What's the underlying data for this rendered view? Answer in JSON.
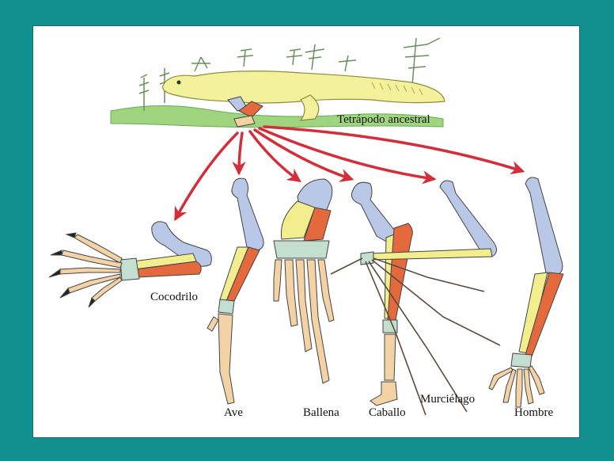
{
  "labels": {
    "ancestor": "Tetrápodo ancestral",
    "crocodile": "Cocodrilo",
    "bird": "Ave",
    "whale": "Ballena",
    "horse": "Caballo",
    "bat": "Murciélago",
    "human": "Hombre"
  },
  "colors": {
    "background": "#12908f",
    "panel": "#ffffff",
    "arrow": "#d42e3a",
    "humerus": "#b9c8e6",
    "radius": "#f2ee8e",
    "ulna": "#e46a3e",
    "carpals": "#c3dfd0",
    "digits": "#f3d2a6",
    "tetrapod_body": "#f4f19c",
    "ground": "#9ed57e"
  }
}
